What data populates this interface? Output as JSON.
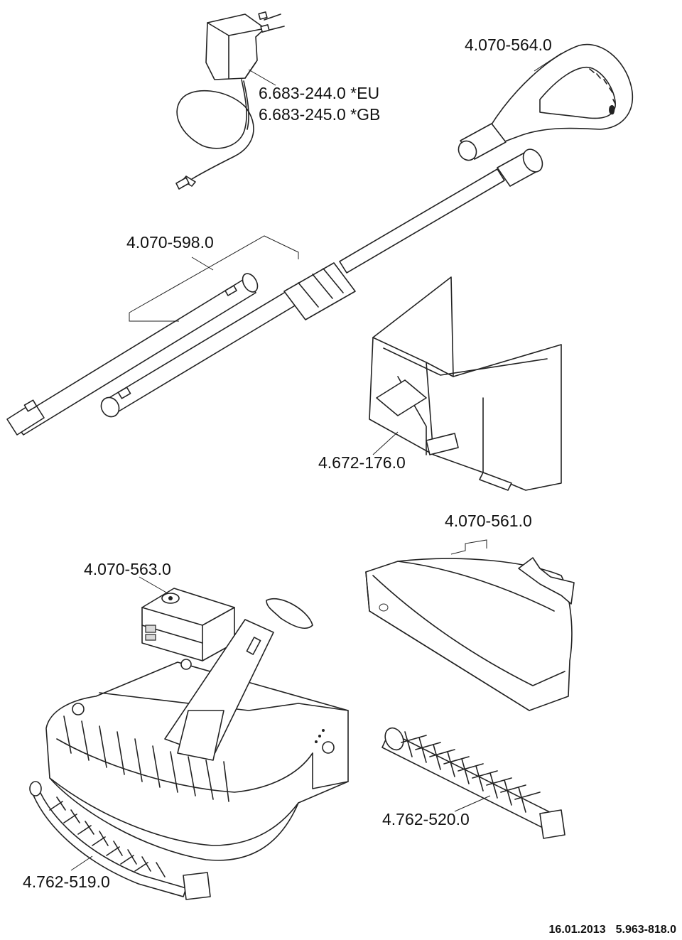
{
  "labels": {
    "charger_eu": "6.683-244.0 *EU",
    "charger_gb": "6.683-245.0 *GB",
    "handle": "4.070-564.0",
    "tube": "4.070-598.0",
    "bracket": "4.672-176.0",
    "tray": "4.070-561.0",
    "battery": "4.070-563.0",
    "brush_large": "4.762-520.0",
    "brush_small": "4.762-519.0"
  },
  "footer": {
    "date": "16.01.2013",
    "doc_number": "5.963-818.0"
  }
}
